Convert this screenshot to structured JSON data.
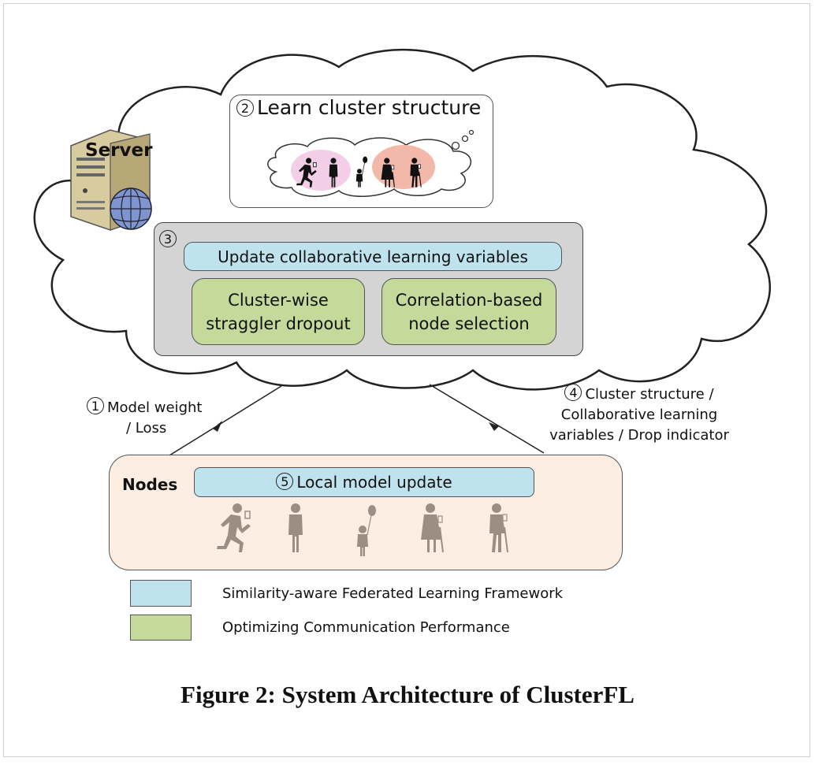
{
  "server": {
    "label": "Server"
  },
  "step2": {
    "number": "2",
    "title": "Learn cluster structure"
  },
  "step3": {
    "number": "3",
    "header": "Update collaborative learning variables",
    "left_box": "Cluster-wise\nstraggler dropout",
    "right_box": "Correlation-based\nnode selection"
  },
  "step1": {
    "number": "1",
    "line1": "Model weight",
    "line2": "/ Loss"
  },
  "step4": {
    "number": "4",
    "line1": "Cluster structure /",
    "line2": "Collaborative learning",
    "line3": "variables / Drop indicator"
  },
  "nodes": {
    "label": "Nodes",
    "step5_number": "5",
    "step5_text": "Local model update"
  },
  "legend": [
    {
      "color": "#bfe3ee",
      "text": "Similarity-aware Federated Learning Framework"
    },
    {
      "color": "#c4d99a",
      "text": "Optimizing Communication Performance"
    }
  ],
  "caption": "Figure 2: System Architecture of ClusterFL",
  "colors": {
    "cloud_fill": "#ffffff",
    "blue": "#bfe3ee",
    "green": "#c4d99a",
    "gray": "#d4d4d4",
    "peach": "#fbe3d2",
    "pink_cluster": "#f2cfe6",
    "red_cluster": "#f2b9aa"
  },
  "icons": [
    "server-icon",
    "globe-icon",
    "running-person-icon",
    "standing-person-icon",
    "child-balloon-icon",
    "elderly-woman-cane-icon",
    "elderly-man-cane-icon"
  ]
}
